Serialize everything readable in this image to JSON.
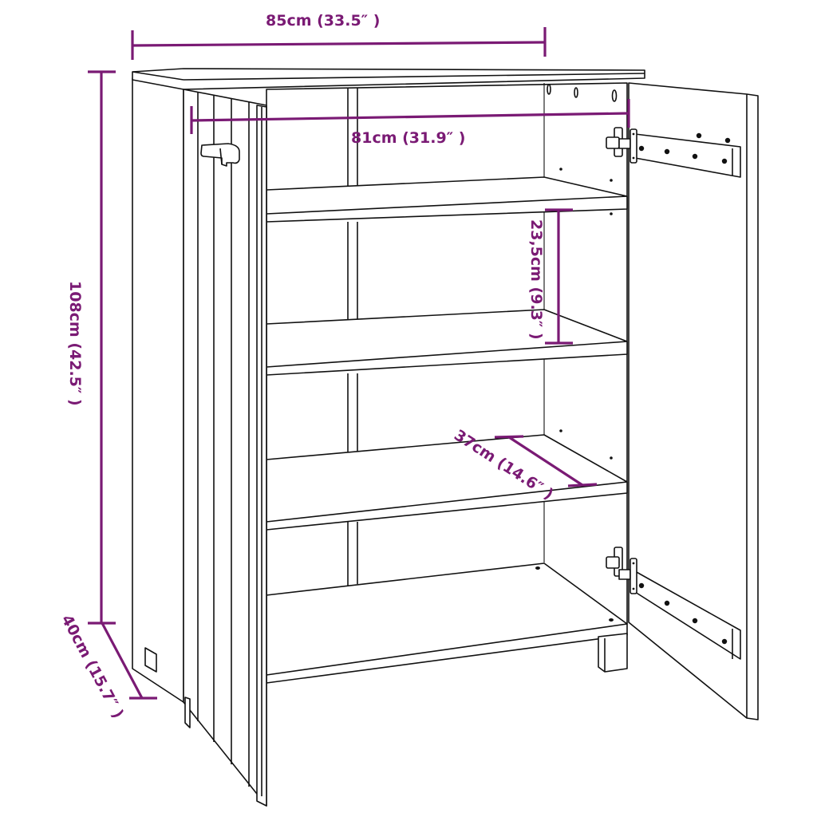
{
  "diagram": {
    "subject": "shoe cabinet with two open doors, four shelves",
    "line_color": "#111111",
    "dimension_color": "#7a1a74",
    "background": "#ffffff"
  },
  "dimensions": {
    "width_outer": "85cm (33.5″ )",
    "width_inner": "81cm (31.9″ )",
    "height": "108cm (42.5″ )",
    "depth": "40cm (15.7″ )",
    "shelf_gap": "23,5cm (9.3″ )",
    "shelf_depth": "37cm (14.6″ )"
  }
}
